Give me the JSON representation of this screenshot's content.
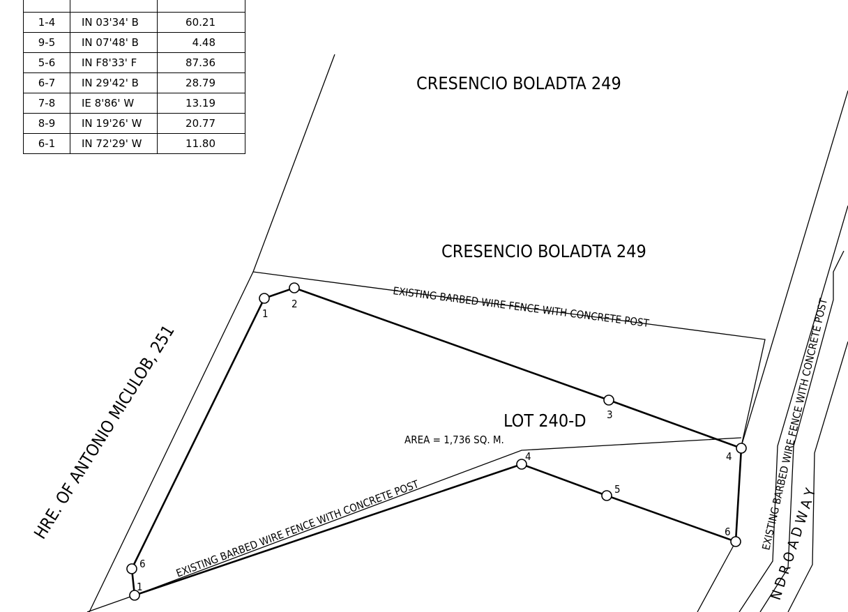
{
  "table": {
    "rows": [
      {
        "line": "1-4",
        "bearing": "IN 03'34' B",
        "distance": "60.21"
      },
      {
        "line": "9-5",
        "bearing": "IN 07'48' B",
        "distance": "4.48"
      },
      {
        "line": "5-6",
        "bearing": "IN F8'33' F",
        "distance": "87.36"
      },
      {
        "line": "6-7",
        "bearing": "IN 29'42' B",
        "distance": "28.79"
      },
      {
        "line": "7-8",
        "bearing": "IE 8'86' W",
        "distance": "13.19"
      },
      {
        "line": "8-9",
        "bearing": "IN 19'26' W",
        "distance": "20.77"
      },
      {
        "line": "6-1",
        "bearing": "IN 72'29' W",
        "distance": "11.80"
      }
    ]
  },
  "labels": {
    "owner_top": "CRESENCIO BOLADTA 249",
    "owner_mid": "CRESENCIO BOLADTA 249",
    "owner_left": "HRE. OF ANTONIO MICULOB, 251",
    "lot": "LOT 240-D",
    "area": "AREA = 1,736 SQ. M.",
    "fence_top": "EXISTING BARBED WIRE FENCE WITH CONCRETE POST",
    "fence_bottom": "EXISTING BARBED WIRE FENCE WITH CONCRETE POST",
    "fence_right": "EXISTING BARBED WIRE FENCE WITH CONCRETE POST",
    "road": "N D R O A D  W A Y"
  },
  "points": {
    "p1": "1",
    "p2": "2",
    "p3": "3",
    "p4": "4",
    "p5": "5",
    "p6": "6",
    "p4b": "4",
    "p6b": "6",
    "p1b": "1"
  }
}
